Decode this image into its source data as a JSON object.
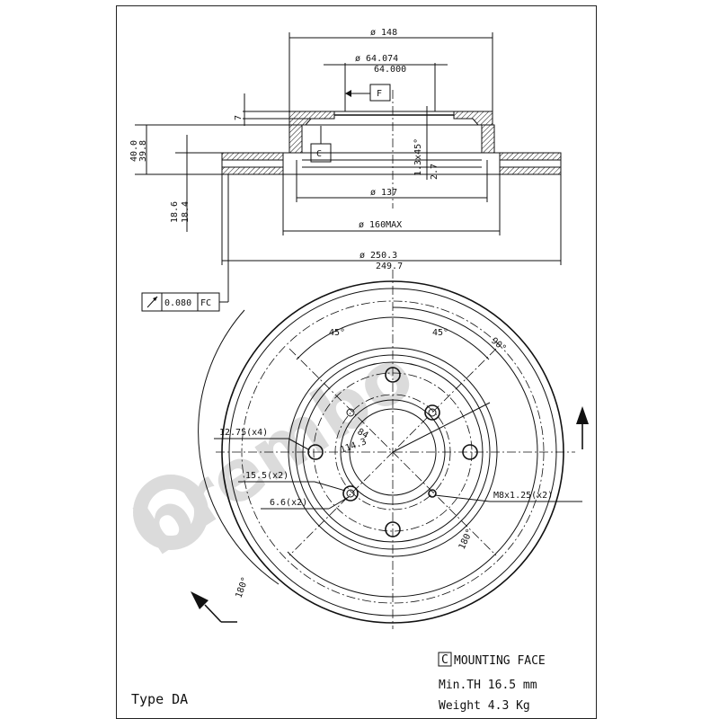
{
  "watermark": "brembo",
  "dimensions": {
    "d_148": "ø 148",
    "d_64_074": "ø 64.074",
    "d_64_000": "64.000",
    "datum_f": "F",
    "datum_c": "C",
    "height_7": "7",
    "height_40_0": "40.0",
    "height_39_8": "39.8",
    "height_18_6": "18.6",
    "height_18_4": "18.4",
    "chamfer": "1.3x45°",
    "thick_2_7": "2.7",
    "d_137": "ø 137",
    "d_160max": "ø 160MAX",
    "d_250_3": "ø 250.3",
    "d_249_7": "249.7",
    "tolerance": "0.080",
    "tolerance_ref": "FC"
  },
  "front_view": {
    "angle_45_left": "45°",
    "angle_45_right": "45°",
    "angle_90": "90°",
    "angle_180_right": "180°",
    "angle_180_left": "180°",
    "hole_12_75": "12.75(x4)",
    "pcd_84": "84",
    "pcd_114_3": "114.3",
    "hole_15_5": "15.5(x2)",
    "hole_6_6": "6.6(x2)",
    "thread": "M8x1.25(x2)"
  },
  "notes": {
    "c_marker": "C",
    "mounting_face": "MOUNTING FACE",
    "min_th": "Min.TH 16.5 mm",
    "weight": "Weight 4.3  Kg",
    "type": "Type DA"
  }
}
